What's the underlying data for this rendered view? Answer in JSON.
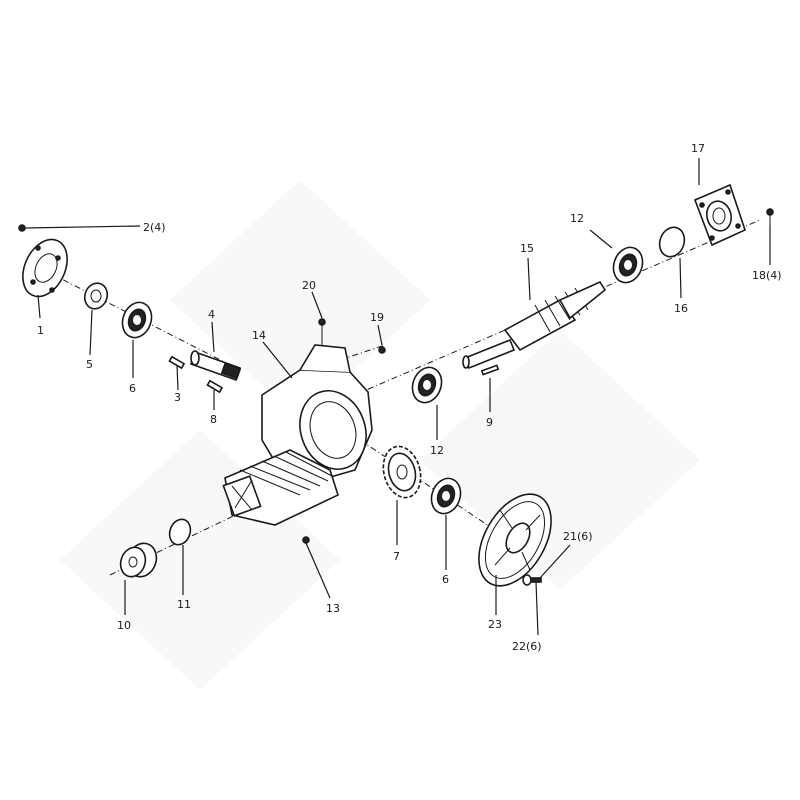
{
  "labels": {
    "p1": "1",
    "p2": "2(4)",
    "p3": "3",
    "p4": "4",
    "p5": "5",
    "p6a": "6",
    "p6b": "6",
    "p7": "7",
    "p8": "8",
    "p9": "9",
    "p10": "10",
    "p11": "11",
    "p12a": "12",
    "p12b": "12",
    "p13": "13",
    "p14": "14",
    "p15": "15",
    "p16": "16",
    "p17": "17",
    "p18": "18(4)",
    "p19": "19",
    "p20": "20",
    "p21": "21(6)",
    "p22": "22(6)",
    "p23": "23"
  }
}
